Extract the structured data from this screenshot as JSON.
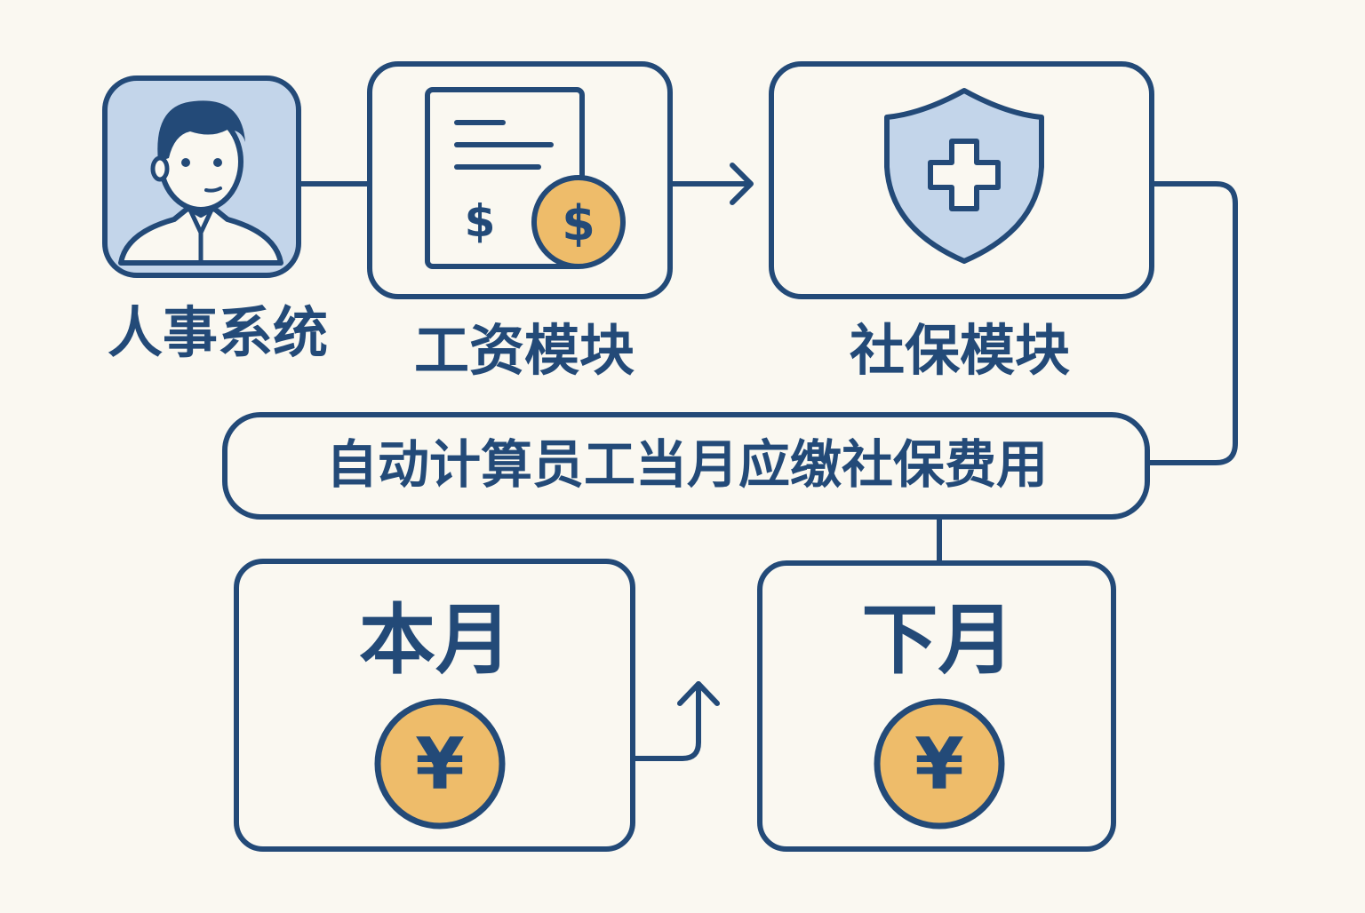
{
  "nodes": {
    "hr_system": {
      "label": "人事系统"
    },
    "salary_module": {
      "label": "工资模块",
      "currency_symbol": "$"
    },
    "social_security_module": {
      "label": "社保模块"
    },
    "auto_calc": {
      "label": "自动计算员工当月应缴社保费用"
    },
    "this_month": {
      "label": "本月",
      "currency_symbol": "¥"
    },
    "next_month": {
      "label": "下月",
      "currency_symbol": "¥"
    }
  },
  "icons": {
    "hr_system": "person-avatar-icon",
    "salary_module": "payslip-dollar-icon",
    "social_security_module": "shield-cross-icon",
    "month": "yen-coin-icon"
  },
  "colors": {
    "background": "#faf8f1",
    "stroke": "#234a78",
    "light_blue": "#c3d5ea",
    "coin_orange": "#eebc6a"
  }
}
